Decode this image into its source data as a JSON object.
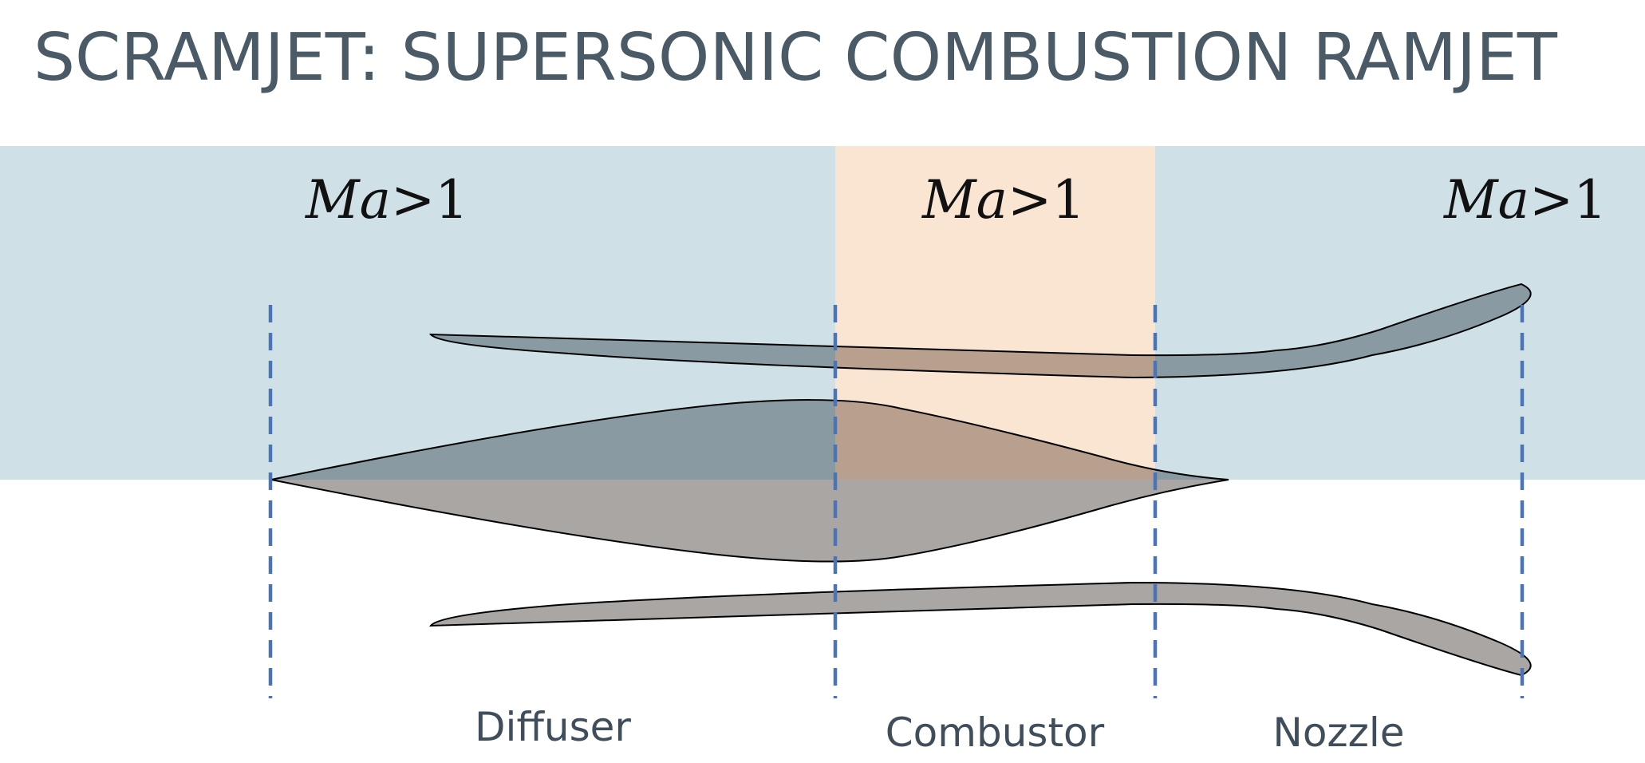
{
  "title": "SCRAMJET: SUPERSONIC COMBUSTION RAMJET",
  "mach": {
    "inlet": {
      "symbol": "Ma",
      "relation": ">1"
    },
    "combustor": {
      "symbol": "Ma",
      "relation": ">1"
    },
    "exit": {
      "symbol": "Ma",
      "relation": ">1"
    }
  },
  "sections": {
    "diffuser": "Diffuser",
    "combustor": "Combustor",
    "nozzle": "Nozzle"
  },
  "colors": {
    "title": "#4a5a66",
    "freestream_band": "#cfe0e6",
    "combustion_zone": "#fae5d3",
    "station_line": "#4a74b5",
    "body_fill": "#aaa6a4",
    "outline": "#000000"
  }
}
